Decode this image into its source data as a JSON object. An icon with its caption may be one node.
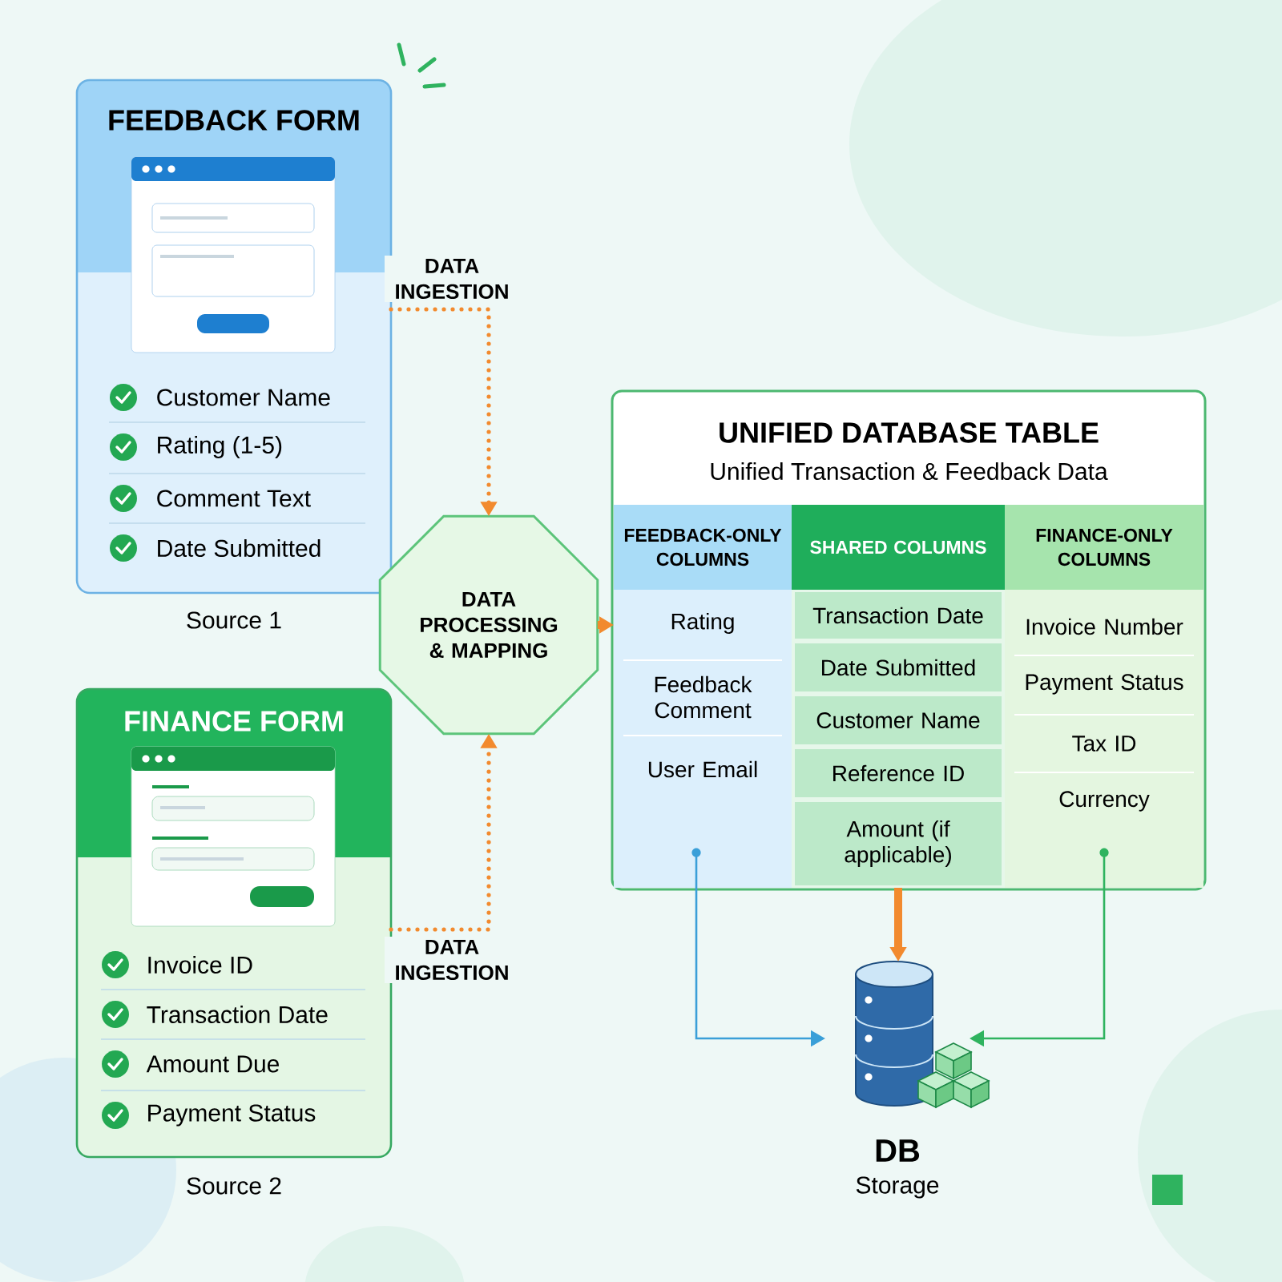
{
  "diagram": {
    "nodes": [
      {
        "text": [
          "FEEDBACK FORM",
          "Customer Name",
          "Rating (1-5)",
          "Comment Text",
          "Date Submitted"
        ],
        "beside": [
          "Source 1"
        ]
      },
      {
        "text": [
          "FINANCE FORM",
          "Invoice ID",
          "Transaction Date",
          "Amount Due",
          "Payment Status"
        ],
        "beside": [
          "Source 2"
        ]
      },
      {
        "text": [
          "DATA PROCESSING & MAPPING"
        ]
      },
      {
        "text": [
          "UNIFIED DATABASE TABLE",
          "Unified Transaction & Feedback Data"
        ]
      },
      {
        "text": [
          "FEEDBACK-ONLY COLUMNS",
          "Rating",
          "Feedback Comment",
          "User Email"
        ],
        "in": 3
      },
      {
        "text": [
          "SHARED COLUMNS",
          "Transaction Date",
          "Date Submitted",
          "Customer Name",
          "Reference ID",
          "Amount (if applicable)"
        ],
        "in": 3
      },
      {
        "text": [
          "FINANCE-ONLY COLUMNS",
          "Invoice Number",
          "Payment Status",
          "Tax ID",
          "Currency"
        ],
        "in": 3
      },
      {
        "text": [
          "DB",
          "Storage"
        ]
      }
    ],
    "edges": [
      {
        "from": 0,
        "to": 2,
        "arrow": "to",
        "label": "DATA INGESTION",
        "style": "dashed",
        "color": "#f28a2e"
      },
      {
        "from": 1,
        "to": 2,
        "arrow": "to",
        "label": "DATA INGESTION",
        "style": "dashed",
        "color": "#f28a2e"
      },
      {
        "from": 2,
        "to": 4,
        "arrow": "to",
        "style": "thick",
        "color": "#f28a2e"
      },
      {
        "from": 4,
        "to": 7,
        "arrow": "to",
        "color": "#3a9fd8"
      },
      {
        "from": 5,
        "to": 7,
        "arrow": "to",
        "style": "thick",
        "color": "#f28a2e"
      },
      {
        "from": 6,
        "to": 7,
        "arrow": "to",
        "color": "#2fb35f"
      }
    ]
  }
}
